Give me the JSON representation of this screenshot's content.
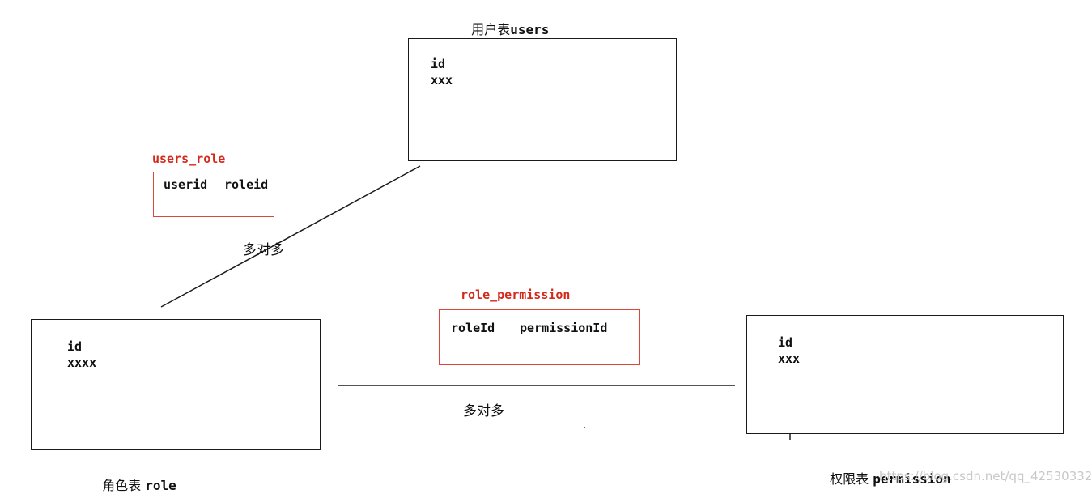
{
  "users": {
    "title_cn": "用户表",
    "title_en": "users",
    "fields": [
      "id",
      "xxx"
    ]
  },
  "role": {
    "title_cn": "角色表",
    "title_en": "role",
    "fields": [
      "id",
      "xxxx"
    ]
  },
  "permission": {
    "title_cn": "权限表",
    "title_en": "permission",
    "fields": [
      "id",
      "xxx"
    ]
  },
  "users_role": {
    "title": "users_role",
    "columns": [
      "userid",
      "roleid"
    ]
  },
  "role_permission": {
    "title": "role_permission",
    "columns": [
      "roleId",
      "permissionId"
    ]
  },
  "relations": {
    "users_role_label": "多对多",
    "role_permission_label": "多对多"
  },
  "watermark": "https://blog.csdn.net/qq_42530332",
  "colors": {
    "line": "#1a1a1a",
    "junction": "#d42a1c"
  },
  "icons": {
    "cursor": "crosshair-cursor-icon"
  }
}
